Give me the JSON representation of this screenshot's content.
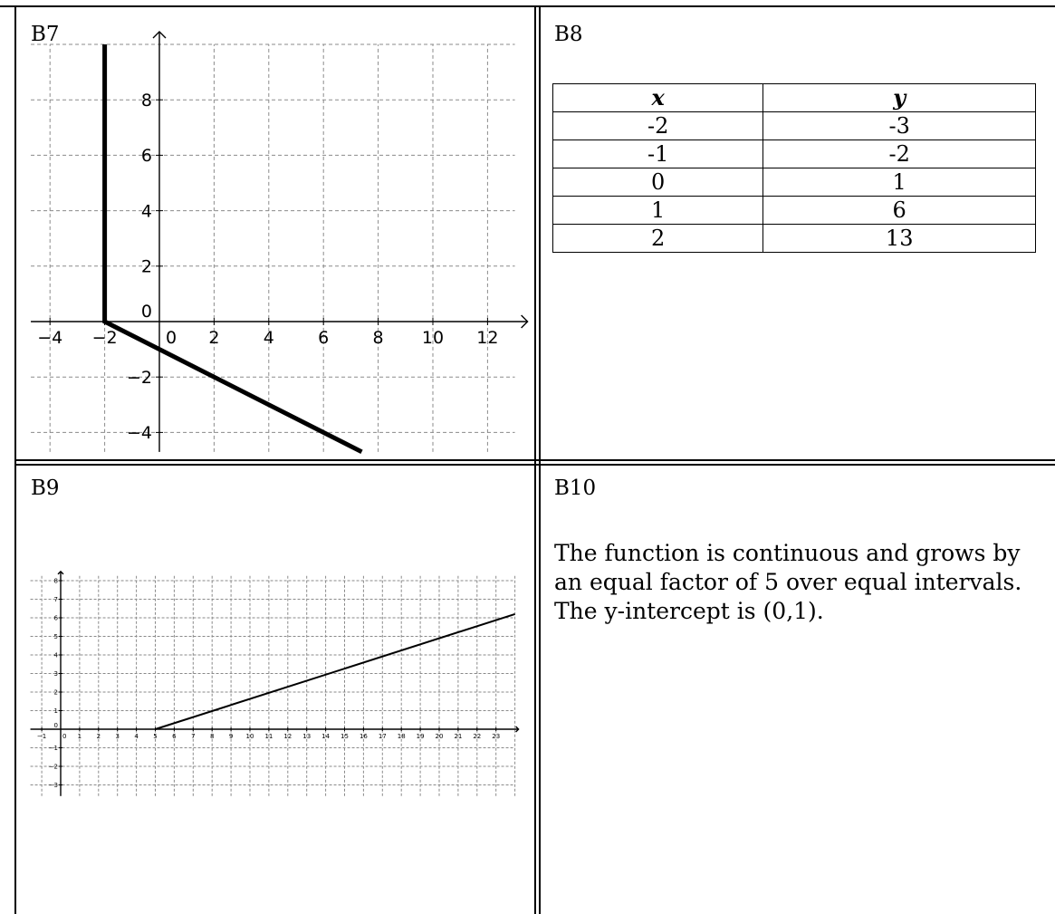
{
  "cells": {
    "b7": {
      "label": "B7"
    },
    "b8": {
      "label": "B8"
    },
    "b9": {
      "label": "B9"
    },
    "b10": {
      "label": "B10"
    }
  },
  "b8_table": {
    "headers": [
      "x",
      "y"
    ],
    "rows": [
      [
        "-2",
        "-3"
      ],
      [
        "-1",
        "-2"
      ],
      [
        "0",
        "1"
      ],
      [
        "1",
        "6"
      ],
      [
        "2",
        "13"
      ]
    ]
  },
  "b10_text": "The function is continuous and grows by an equal factor of 5 over equal intervals.  The y-intercept is (0,1).",
  "chart_data": [
    {
      "id": "B7",
      "type": "line",
      "x_ticks": [
        -4,
        -2,
        0,
        2,
        4,
        6,
        8,
        10,
        12
      ],
      "y_ticks": [
        -4,
        -2,
        0,
        2,
        4,
        6,
        8
      ],
      "xlim": [
        -4.7,
        13
      ],
      "ylim": [
        -4.7,
        10
      ],
      "grid": true,
      "series": [
        {
          "points": [
            [
              -2,
              10
            ],
            [
              -2,
              0
            ],
            [
              7.4,
              -4.7
            ]
          ]
        }
      ]
    },
    {
      "id": "B9",
      "type": "line",
      "x_ticks": [
        -1,
        0,
        1,
        2,
        3,
        4,
        5,
        6,
        7,
        8,
        9,
        10,
        11,
        12,
        13,
        14,
        15,
        16,
        17,
        18,
        19,
        20,
        21,
        22,
        23
      ],
      "y_ticks": [
        -3,
        -2,
        -1,
        0,
        1,
        2,
        3,
        4,
        5,
        6,
        7,
        8
      ],
      "xlim": [
        -1.6,
        24
      ],
      "ylim": [
        -3.6,
        8.3
      ],
      "grid": true,
      "series": [
        {
          "points": [
            [
              5,
              0
            ],
            [
              24,
              6.2
            ]
          ]
        }
      ]
    }
  ]
}
